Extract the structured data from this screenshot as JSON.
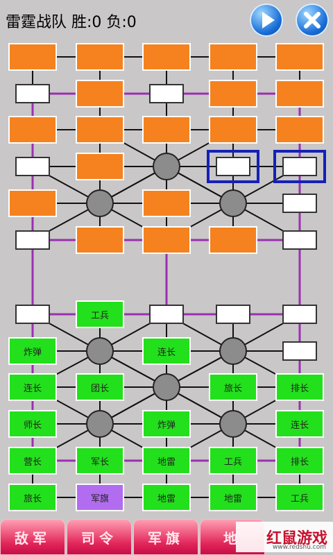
{
  "header": {
    "title": "雷霆战队  胜:0  负:0",
    "play_icon": "play-icon",
    "close_icon": "close-icon"
  },
  "enemy_rows": [
    [
      "enemy",
      "enemy",
      "enemy",
      "enemy",
      "enemy"
    ],
    [
      "empty",
      "enemy",
      "empty",
      "enemy",
      "enemy"
    ],
    [
      "enemy",
      "enemy",
      "enemy",
      "enemy",
      "enemy"
    ],
    [
      "empty",
      "enemy",
      "camp",
      "empty",
      "empty"
    ],
    [
      "enemy",
      "camp",
      "enemy",
      "camp",
      "empty"
    ],
    [
      "empty",
      "enemy",
      "enemy",
      "enemy",
      "empty"
    ]
  ],
  "my_rows": [
    [
      {
        "t": "empty"
      },
      {
        "t": "mine",
        "l": "工兵"
      },
      {
        "t": "empty"
      },
      {
        "t": "empty"
      },
      {
        "t": "empty"
      }
    ],
    [
      {
        "t": "mine",
        "l": "炸弹"
      },
      {
        "t": "camp"
      },
      {
        "t": "mine",
        "l": "连长"
      },
      {
        "t": "camp"
      },
      {
        "t": "empty"
      }
    ],
    [
      {
        "t": "mine",
        "l": "连长"
      },
      {
        "t": "mine",
        "l": "团长"
      },
      {
        "t": "camp"
      },
      {
        "t": "mine",
        "l": "旅长"
      },
      {
        "t": "mine",
        "l": "排长"
      }
    ],
    [
      {
        "t": "mine",
        "l": "师长"
      },
      {
        "t": "camp"
      },
      {
        "t": "mine",
        "l": "炸弹"
      },
      {
        "t": "camp"
      },
      {
        "t": "mine",
        "l": "连长"
      }
    ],
    [
      {
        "t": "mine",
        "l": "营长"
      },
      {
        "t": "mine",
        "l": "军长"
      },
      {
        "t": "mine",
        "l": "地雷"
      },
      {
        "t": "mine",
        "l": "工兵"
      },
      {
        "t": "mine",
        "l": "排长"
      }
    ],
    [
      {
        "t": "mine",
        "l": "旅长"
      },
      {
        "t": "flag",
        "l": "军旗"
      },
      {
        "t": "mine",
        "l": "地雷"
      },
      {
        "t": "mine",
        "l": "地雷"
      },
      {
        "t": "mine",
        "l": "工兵"
      }
    ]
  ],
  "selected": [
    [
      3,
      3
    ],
    [
      3,
      4
    ]
  ],
  "bottom_tabs": [
    "敌军",
    "司令",
    "军旗",
    "地"
  ],
  "watermark": {
    "text": "红鼠游戏",
    "url": "www.redshu.com"
  },
  "colors": {
    "enemy": "#f5821f",
    "mine": "#23e01c",
    "flag": "#b26cf0",
    "rail": "#9b2fb0",
    "road": "#111111",
    "board_bg": "#c9c7c8"
  }
}
